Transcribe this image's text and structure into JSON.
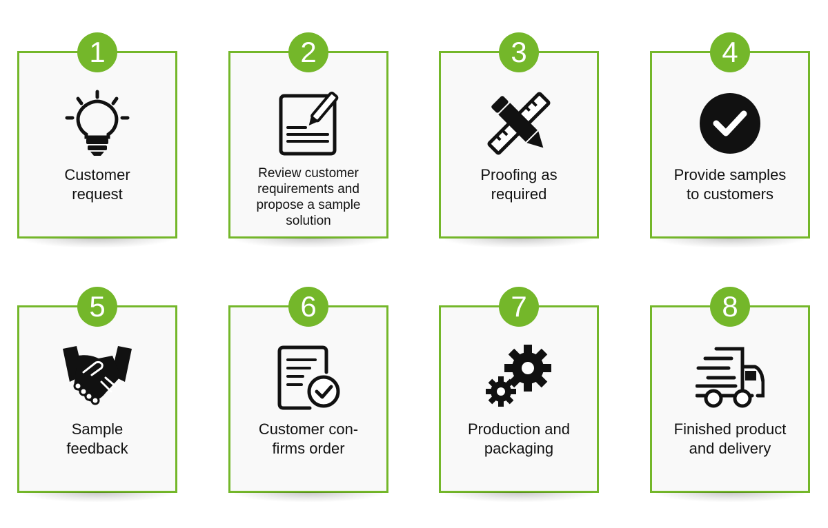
{
  "steps": [
    {
      "number": "1",
      "label_lines": [
        "Customer",
        "request"
      ],
      "icon": "lightbulb-icon"
    },
    {
      "number": "2",
      "label_lines": [
        "Review customer",
        "requirements and",
        "propose a sample",
        "solution"
      ],
      "icon": "document-pen-icon"
    },
    {
      "number": "3",
      "label_lines": [
        "Proofing as",
        "required"
      ],
      "icon": "pencil-ruler-icon"
    },
    {
      "number": "4",
      "label_lines": [
        "Provide samples",
        "to customers"
      ],
      "icon": "checkmark-circle-icon"
    },
    {
      "number": "5",
      "label_lines": [
        "Sample",
        "feedback"
      ],
      "icon": "handshake-icon"
    },
    {
      "number": "6",
      "label_lines": [
        "Customer con-",
        "firms order"
      ],
      "icon": "document-check-icon"
    },
    {
      "number": "7",
      "label_lines": [
        "Production and",
        "packaging"
      ],
      "icon": "gears-icon"
    },
    {
      "number": "8",
      "label_lines": [
        "Finished product",
        "and delivery"
      ],
      "icon": "delivery-truck-icon"
    }
  ],
  "colors": {
    "accent": "#74b72a",
    "icon": "#111111"
  }
}
